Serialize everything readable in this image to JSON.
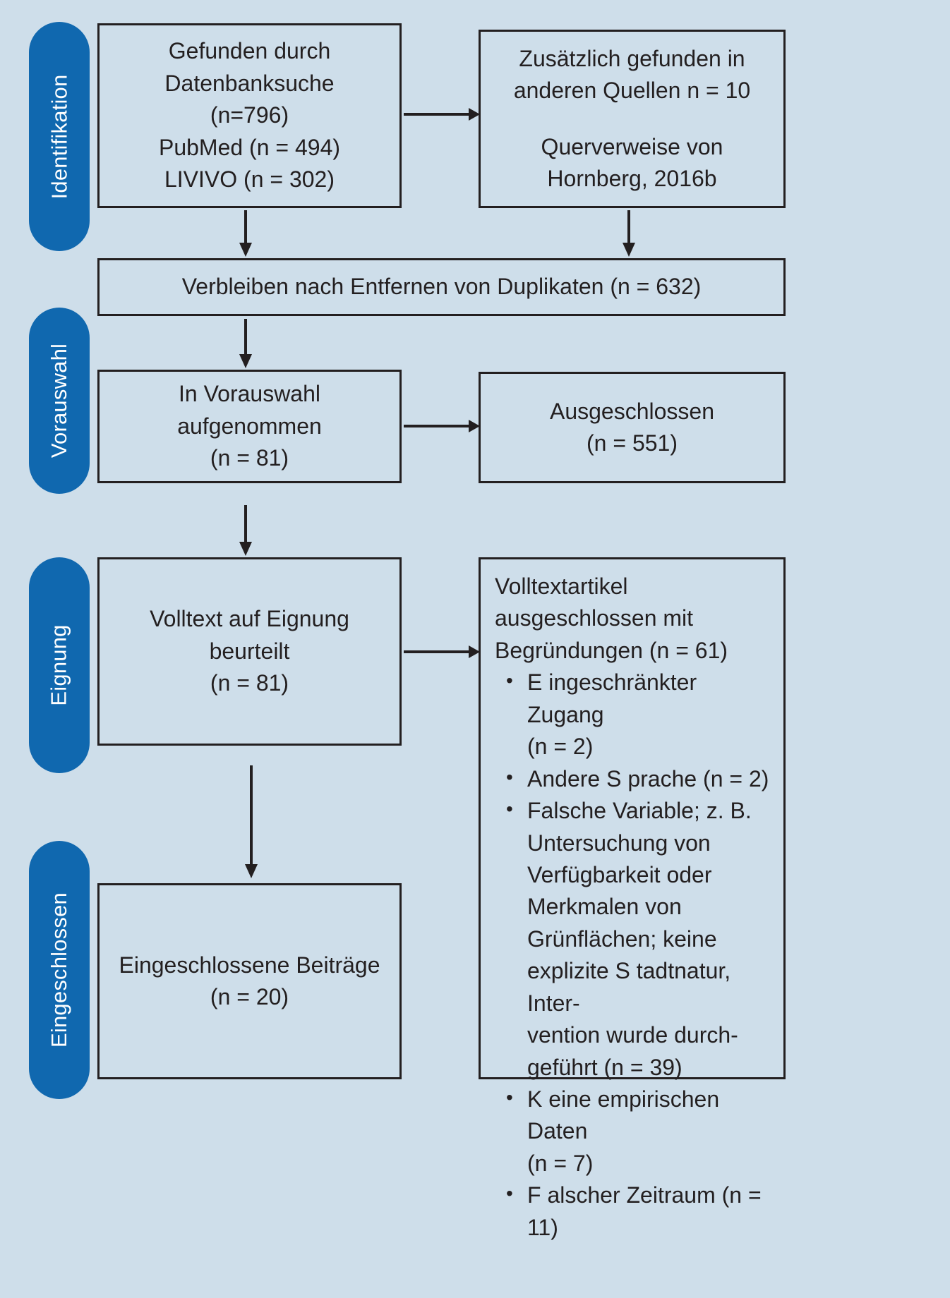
{
  "diagram": {
    "title": "PRISMA Flussdiagramm",
    "background_color": "#cedeea",
    "accent_color": "#1068af",
    "box_border_color": "#231f20"
  },
  "stages": [
    {
      "label": "Identifikation"
    },
    {
      "label": "Vorauswahl"
    },
    {
      "label": "Eignung"
    },
    {
      "label": "Eingeschlossen"
    }
  ],
  "boxes": {
    "database_search": {
      "lines": [
        "Gefunden durch",
        "Datenbanksuche",
        "(n=796)",
        "PubMed (n = 494)",
        "LIVIVO (n = 302)"
      ]
    },
    "other_sources": {
      "lines_top": [
        "Zusätzlich gefunden in",
        "anderen Quellen n = 10"
      ],
      "lines_bottom": [
        "Querverweise von",
        "Hornberg, 2016b"
      ]
    },
    "duplicates_removed": {
      "lines": [
        "Verbleiben nach Entfernen von Duplikaten (n = 632)"
      ]
    },
    "screening": {
      "lines": [
        "In Vorauswahl",
        "aufgenommen",
        "(n = 81)"
      ]
    },
    "screening_excluded": {
      "lines": [
        "Ausgeschlossen",
        "(n = 551)"
      ]
    },
    "eligibility": {
      "lines": [
        "Volltext auf Eignung",
        "beurteilt",
        "(n = 81)"
      ]
    },
    "fulltext_excluded": {
      "heading_lines": [
        "Volltextartikel",
        "ausgeschlossen mit",
        "Begründungen  (n = 61)"
      ],
      "bullet_symbol": "•",
      "reasons": [
        {
          "lines": [
            "E ingeschränkter Zugang",
            "(n = 2)"
          ]
        },
        {
          "lines": [
            "Andere S prache (n = 2)"
          ]
        },
        {
          "lines": [
            "Falsche Variable; z. B.",
            "Untersuchung von",
            "Verfügbarkeit oder",
            "Merkmalen von",
            "Grünflächen; keine",
            "explizite S tadtnatur, Inter-",
            "vention wurde durch-",
            "geführt (n = 39)"
          ]
        },
        {
          "lines": [
            "K eine empirischen Daten",
            "(n = 7)"
          ]
        },
        {
          "lines": [
            "F alscher Zeitraum (n = 11)"
          ]
        }
      ]
    },
    "included": {
      "lines": [
        "Eingeschlossene Beiträge",
        "(n = 20)"
      ]
    }
  },
  "arrows": [
    {
      "name": "database-to-other-sources",
      "direction": "right"
    },
    {
      "name": "database-to-duplicates",
      "direction": "down"
    },
    {
      "name": "other-sources-to-duplicates",
      "direction": "down"
    },
    {
      "name": "duplicates-to-screening",
      "direction": "down"
    },
    {
      "name": "screening-to-excluded",
      "direction": "right"
    },
    {
      "name": "screening-to-eligibility",
      "direction": "down"
    },
    {
      "name": "eligibility-to-fulltext-excluded",
      "direction": "right"
    },
    {
      "name": "eligibility-to-included",
      "direction": "down"
    }
  ]
}
